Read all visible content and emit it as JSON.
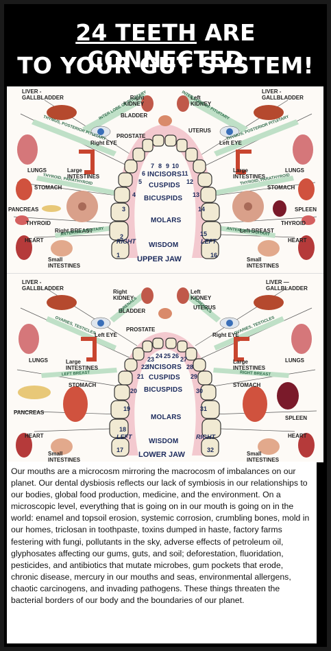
{
  "header": {
    "title_underlined": "24 TEETH",
    "title_rest": " ARE CONNECTED",
    "title_line2": "TO YOUR GUT SYSTEM!"
  },
  "upper": {
    "jaw_label": "UPPER JAW",
    "right": "RIGHT",
    "left": "LEFT",
    "labels": {
      "liver_l": "LIVER -\nGALLBLADDER",
      "liver_r": "LIVER -\nGALLBLADDER",
      "kidney_r": "Right\nKIDNEY",
      "kidney_l": "Left\nKIDNEY",
      "bladder": "BLADDER",
      "uterus": "UTERUS",
      "prostate": "PROSTATE",
      "right_eye": "Right EYE",
      "left_eye": "Left EYE",
      "lungs_l": "LUNGS",
      "lungs_r": "LUNGS",
      "intestines_l": "Large\nINTESTINES",
      "intestines_r": "Large\nINTESTINES",
      "stomach_l": "STOMACH",
      "stomach_r": "STOMACH",
      "pancreas": "PANCREAS",
      "spleen": "SPLEEN",
      "thyroid_l": "THYROID",
      "thyroid_r": "THYROID",
      "breast_r": "Right BREAST",
      "breast_l": "Left BREAST",
      "heart_l": "HEART",
      "heart_r": "HEART",
      "small_l": "Small\nINTESTINES",
      "small_r": "Small\nINTESTINES",
      "band_inter_l": "INTER LOBE OF PITUITARY",
      "band_inter_r": "INTER LOBE OF PITUITARY",
      "band_thymus_l": "THYMUS, POSTERIOR PITUITARY",
      "band_thymus_r": "THYMUS, POSTERIOR PITUITARY",
      "band_para_l": "THYROID, PARATHYROID",
      "band_para_r": "THYROID, PARATHYROID",
      "band_ant_l": "ANTERIOR PITUITARY",
      "band_ant_r": "ANTERIOR PITUITARY"
    },
    "groups": [
      "INCISORS",
      "CUSPIDS",
      "BICUSPIDS",
      "MOLARS",
      "WISDOM"
    ],
    "numbers": [
      "1",
      "2",
      "3",
      "4",
      "5",
      "6",
      "7",
      "8",
      "9",
      "10",
      "11",
      "12",
      "13",
      "14",
      "15",
      "16"
    ]
  },
  "lower": {
    "jaw_label": "LOWER JAW",
    "left": "LEFT",
    "right": "RIGHT",
    "labels": {
      "liver_l": "LIVER -\nGALLBLADDER",
      "liver_r": "LIVER —\nGALLBLADDER",
      "kidney_r": "Right\nKIDNEY",
      "kidney_l": "Left\nKIDNEY",
      "bladder": "BLADDER",
      "uterus": "UTERUS",
      "prostate": "PROSTATE",
      "left_eye": "Left EYE",
      "right_eye": "Right EYE",
      "lungs_l": "LUNGS",
      "lungs_r": "LUNGS",
      "intestines_l": "Large\nINTESTINES",
      "intestines_r": "Large\nINTESTINES",
      "stomach_l": "STOMACH",
      "stomach_r": "STOMACH",
      "pancreas": "PANCREAS",
      "spleen": "SPLEEN",
      "heart_l": "HEART",
      "heart_r": "HEART",
      "small_l": "Small\nINTESTINES",
      "small_r": "Small\nINTESTINES",
      "band_adrenals_l": "ADRENALS",
      "band_adrenals_r": "ADRENALS",
      "band_ovaries_l": "OVARIES, TESTICLES",
      "band_ovaries_r": "OVARIES, TESTICLES",
      "band_breast_l": "LEFT BREAST",
      "band_breast_r": "RIGHT BREAST"
    },
    "groups": [
      "INCISORS",
      "CUSPIDS",
      "BICUSPIDS",
      "MOLARS",
      "WISDOM"
    ],
    "numbers": [
      "17",
      "18",
      "19",
      "20",
      "21",
      "22",
      "23",
      "24",
      "25",
      "26",
      "27",
      "28",
      "29",
      "30",
      "31",
      "32"
    ]
  },
  "body_text": "Our mouths are a microcosm mirroring the macrocosm of imbalances on our planet. Our dental dysbiosis reflects our lack of symbiosis in our relationships to our bodies, global food production, medicine, and the environment. On a microscopic level, everything that is going on in our mouth is going on in the world: enamel and topsoil erosion, systemic corrosion, crumbling bones, mold in our homes, triclosan in toothpaste, toxins dumped in haste, factory farms festering with fungi, pollutants in the sky, adverse effects of petroleum oil, glyphosates affecting our gums, guts, and soil; deforestation, fluoridation, pesticides, and antibiotics that mutate microbes, gum pockets that erode, chronic disease, mercury in our mouths and seas, environmental allergens, chaotic carcinogens, and invading pathogens. These things threaten the bacterial borders of our body and the boundaries of our planet.",
  "colors": {
    "navy": "#1b2a5c",
    "organ_red": "#c8452f",
    "band_green": "#bfe0c7",
    "band_text": "#2e6b4a",
    "tooth": "#f1ead3"
  }
}
